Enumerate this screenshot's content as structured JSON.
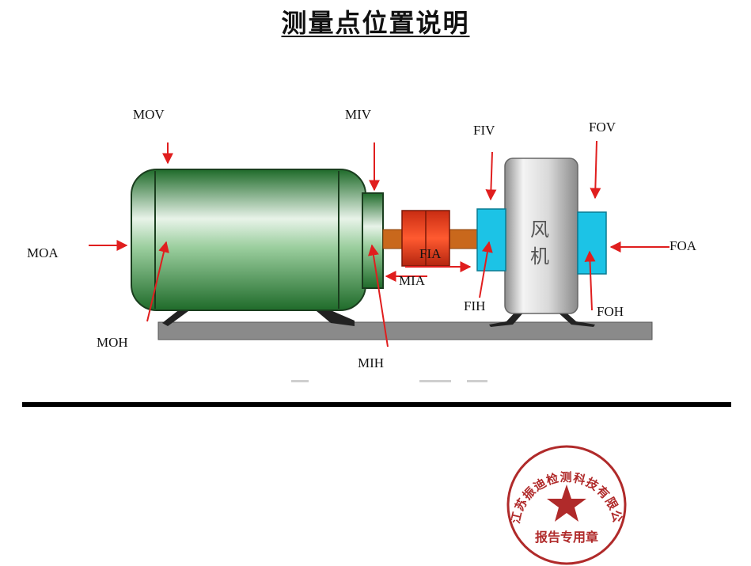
{
  "title": "测量点位置说明",
  "labels": {
    "mov": "MOV",
    "miv": "MIV",
    "fiv": "FIV",
    "fov": "FOV",
    "moa": "MOA",
    "foa": "FOA",
    "fia": "FIA",
    "mia": "MIA",
    "fih": "FIH",
    "foh": "FOH",
    "moh": "MOH",
    "mih": "MIH"
  },
  "fan": {
    "line1": "风",
    "line2": "机"
  },
  "seal": {
    "arc_text": "江苏振迪检测科技有限公司",
    "bottom_text": "报告专用章"
  },
  "colors": {
    "motor": "#2f8a3a",
    "coupling": "#e5401f",
    "shaft": "#c9681c",
    "bearing": "#1cc3e6",
    "fan_body": "#cfcfcf",
    "base": "#8a8a8a",
    "arrow": "#e01e1e",
    "seal": "#b02a2a"
  }
}
